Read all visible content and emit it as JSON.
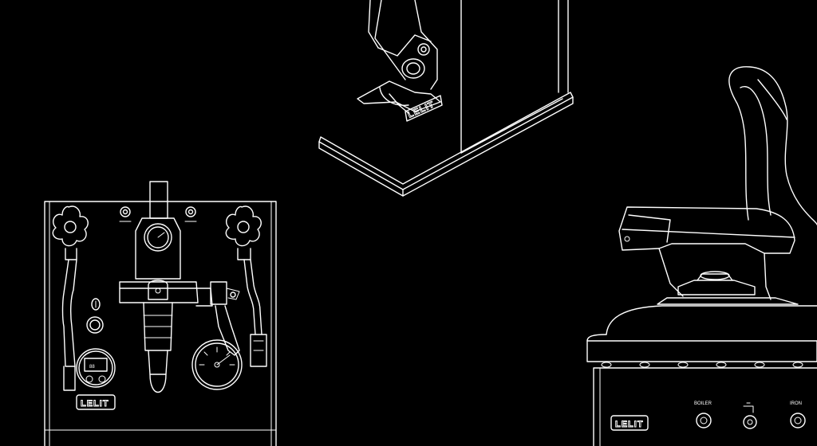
{
  "scene": {
    "background_color": "#000000",
    "line_color": "#ffffff"
  },
  "espresso_machine": {
    "logo": "LELIT"
  },
  "grinder": {
    "logo": "LELIT"
  },
  "iron_station": {
    "logo": "LELIT",
    "knob_labels": [
      "BOILER",
      "IRON"
    ]
  }
}
